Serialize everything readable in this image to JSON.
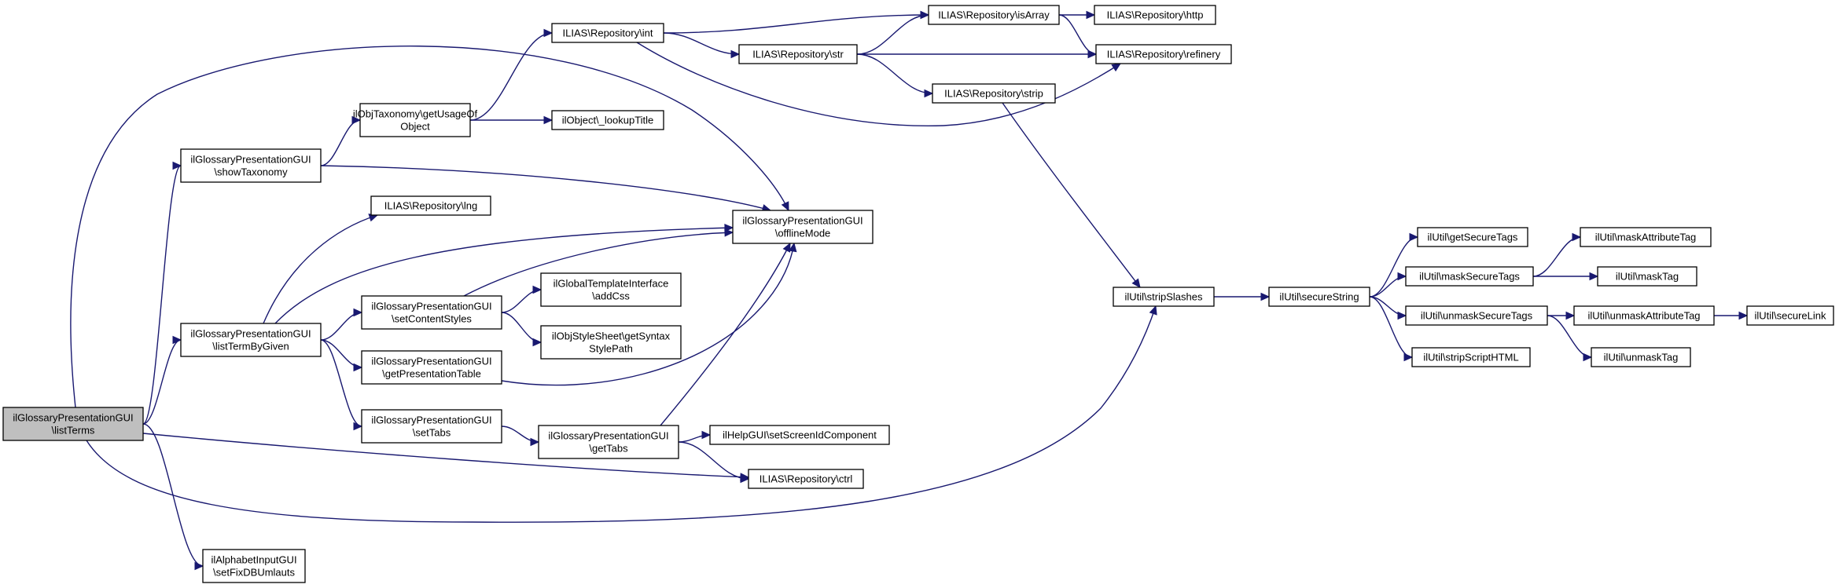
{
  "graph": {
    "edge_color": "#191970",
    "root_fill": "#bfbfbf",
    "nodes": [
      {
        "id": "listTerms",
        "lines": [
          "ilGlossaryPresentationGUI",
          "\\listTerms"
        ],
        "root": true
      },
      {
        "id": "showTaxonomy",
        "lines": [
          "ilGlossaryPresentationGUI",
          "\\showTaxonomy"
        ]
      },
      {
        "id": "listTermByGiven",
        "lines": [
          "ilGlossaryPresentationGUI",
          "\\listTermByGiven"
        ]
      },
      {
        "id": "setFixDBUmlauts",
        "lines": [
          "ilAlphabetInputGUI",
          "\\setFixDBUmlauts"
        ]
      },
      {
        "id": "getUsageOfObject",
        "lines": [
          "ilObjTaxonomy\\getUsageOf",
          "Object"
        ]
      },
      {
        "id": "lng",
        "lines": [
          "ILIAS\\Repository\\lng"
        ]
      },
      {
        "id": "setContentStyles",
        "lines": [
          "ilGlossaryPresentationGUI",
          "\\setContentStyles"
        ]
      },
      {
        "id": "getPresentationTable",
        "lines": [
          "ilGlossaryPresentationGUI",
          "\\getPresentationTable"
        ]
      },
      {
        "id": "setTabs",
        "lines": [
          "ilGlossaryPresentationGUI",
          "\\setTabs"
        ]
      },
      {
        "id": "int",
        "lines": [
          "ILIAS\\Repository\\int"
        ]
      },
      {
        "id": "lookupTitle",
        "lines": [
          "ilObject\\_lookupTitle"
        ]
      },
      {
        "id": "addCss",
        "lines": [
          "ilGlobalTemplateInterface",
          "\\addCss"
        ]
      },
      {
        "id": "getSyntaxStylePath",
        "lines": [
          "ilObjStyleSheet\\getSyntax",
          "StylePath"
        ]
      },
      {
        "id": "getTabs",
        "lines": [
          "ilGlossaryPresentationGUI",
          "\\getTabs"
        ]
      },
      {
        "id": "offlineMode",
        "lines": [
          "ilGlossaryPresentationGUI",
          "\\offlineMode"
        ]
      },
      {
        "id": "str",
        "lines": [
          "ILIAS\\Repository\\str"
        ]
      },
      {
        "id": "setScreenIdComponent",
        "lines": [
          "ilHelpGUI\\setScreenIdComponent"
        ]
      },
      {
        "id": "ctrl",
        "lines": [
          "ILIAS\\Repository\\ctrl"
        ]
      },
      {
        "id": "isArray",
        "lines": [
          "ILIAS\\Repository\\isArray"
        ]
      },
      {
        "id": "strip",
        "lines": [
          "ILIAS\\Repository\\strip"
        ]
      },
      {
        "id": "http",
        "lines": [
          "ILIAS\\Repository\\http"
        ]
      },
      {
        "id": "refinery",
        "lines": [
          "ILIAS\\Repository\\refinery"
        ]
      },
      {
        "id": "stripSlashes",
        "lines": [
          "ilUtil\\stripSlashes"
        ]
      },
      {
        "id": "secureString",
        "lines": [
          "ilUtil\\secureString"
        ]
      },
      {
        "id": "getSecureTags",
        "lines": [
          "ilUtil\\getSecureTags"
        ]
      },
      {
        "id": "maskSecureTags",
        "lines": [
          "ilUtil\\maskSecureTags"
        ]
      },
      {
        "id": "unmaskSecureTags",
        "lines": [
          "ilUtil\\unmaskSecureTags"
        ]
      },
      {
        "id": "stripScriptHTML",
        "lines": [
          "ilUtil\\stripScriptHTML"
        ]
      },
      {
        "id": "maskAttributeTag",
        "lines": [
          "ilUtil\\maskAttributeTag"
        ]
      },
      {
        "id": "maskTag",
        "lines": [
          "ilUtil\\maskTag"
        ]
      },
      {
        "id": "unmaskAttributeTag",
        "lines": [
          "ilUtil\\unmaskAttributeTag"
        ]
      },
      {
        "id": "unmaskTag",
        "lines": [
          "ilUtil\\unmaskTag"
        ]
      },
      {
        "id": "secureLink",
        "lines": [
          "ilUtil\\secureLink"
        ]
      }
    ],
    "edges": [
      [
        "listTerms",
        "showTaxonomy"
      ],
      [
        "listTerms",
        "listTermByGiven"
      ],
      [
        "listTerms",
        "setFixDBUmlauts"
      ],
      [
        "listTerms",
        "offlineMode"
      ],
      [
        "listTerms",
        "ctrl"
      ],
      [
        "listTerms",
        "stripSlashes"
      ],
      [
        "showTaxonomy",
        "getUsageOfObject"
      ],
      [
        "showTaxonomy",
        "offlineMode"
      ],
      [
        "listTermByGiven",
        "lng"
      ],
      [
        "listTermByGiven",
        "offlineMode"
      ],
      [
        "listTermByGiven",
        "setContentStyles"
      ],
      [
        "listTermByGiven",
        "getPresentationTable"
      ],
      [
        "listTermByGiven",
        "setTabs"
      ],
      [
        "getUsageOfObject",
        "int"
      ],
      [
        "getUsageOfObject",
        "lookupTitle"
      ],
      [
        "setContentStyles",
        "offlineMode"
      ],
      [
        "setContentStyles",
        "addCss"
      ],
      [
        "setContentStyles",
        "getSyntaxStylePath"
      ],
      [
        "getPresentationTable",
        "offlineMode"
      ],
      [
        "setTabs",
        "getTabs"
      ],
      [
        "getTabs",
        "offlineMode"
      ],
      [
        "getTabs",
        "setScreenIdComponent"
      ],
      [
        "getTabs",
        "ctrl"
      ],
      [
        "int",
        "isArray"
      ],
      [
        "int",
        "str"
      ],
      [
        "int",
        "refinery"
      ],
      [
        "str",
        "isArray"
      ],
      [
        "str",
        "refinery"
      ],
      [
        "str",
        "strip"
      ],
      [
        "isArray",
        "http"
      ],
      [
        "isArray",
        "refinery"
      ],
      [
        "strip",
        "stripSlashes"
      ],
      [
        "stripSlashes",
        "secureString"
      ],
      [
        "secureString",
        "getSecureTags"
      ],
      [
        "secureString",
        "maskSecureTags"
      ],
      [
        "secureString",
        "unmaskSecureTags"
      ],
      [
        "secureString",
        "stripScriptHTML"
      ],
      [
        "maskSecureTags",
        "maskAttributeTag"
      ],
      [
        "maskSecureTags",
        "maskTag"
      ],
      [
        "unmaskSecureTags",
        "unmaskAttributeTag"
      ],
      [
        "unmaskSecureTags",
        "unmaskTag"
      ],
      [
        "unmaskAttributeTag",
        "secureLink"
      ]
    ]
  }
}
